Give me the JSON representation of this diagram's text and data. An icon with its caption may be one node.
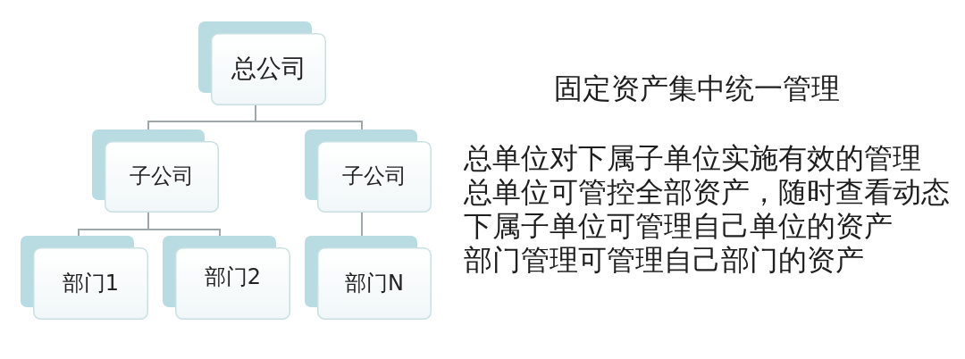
{
  "diagram": {
    "title": "固定资产集中统一管理",
    "nodes": [
      {
        "text": [
          "总公司"
        ]
      },
      {
        "text": [
          "子公司"
        ]
      },
      {
        "text": [
          "子公司"
        ]
      },
      {
        "text": [
          "部门1"
        ]
      },
      {
        "text": [
          "部门2"
        ]
      },
      {
        "text": [
          "部门N"
        ]
      }
    ],
    "edges": [
      {
        "from": 0,
        "to": 1,
        "arrow": "none"
      },
      {
        "from": 0,
        "to": 2,
        "arrow": "none"
      },
      {
        "from": 1,
        "to": 3,
        "arrow": "none"
      },
      {
        "from": 1,
        "to": 4,
        "arrow": "none"
      },
      {
        "from": 2,
        "to": 5,
        "arrow": "none"
      }
    ],
    "labels": [
      "总单位对下属子单位实施有效的管理",
      "总单位可管控全部资产，随时查看动态",
      "下属子单位可管理自己单位的资产",
      "部门管理可管理自己部门的资产"
    ]
  }
}
